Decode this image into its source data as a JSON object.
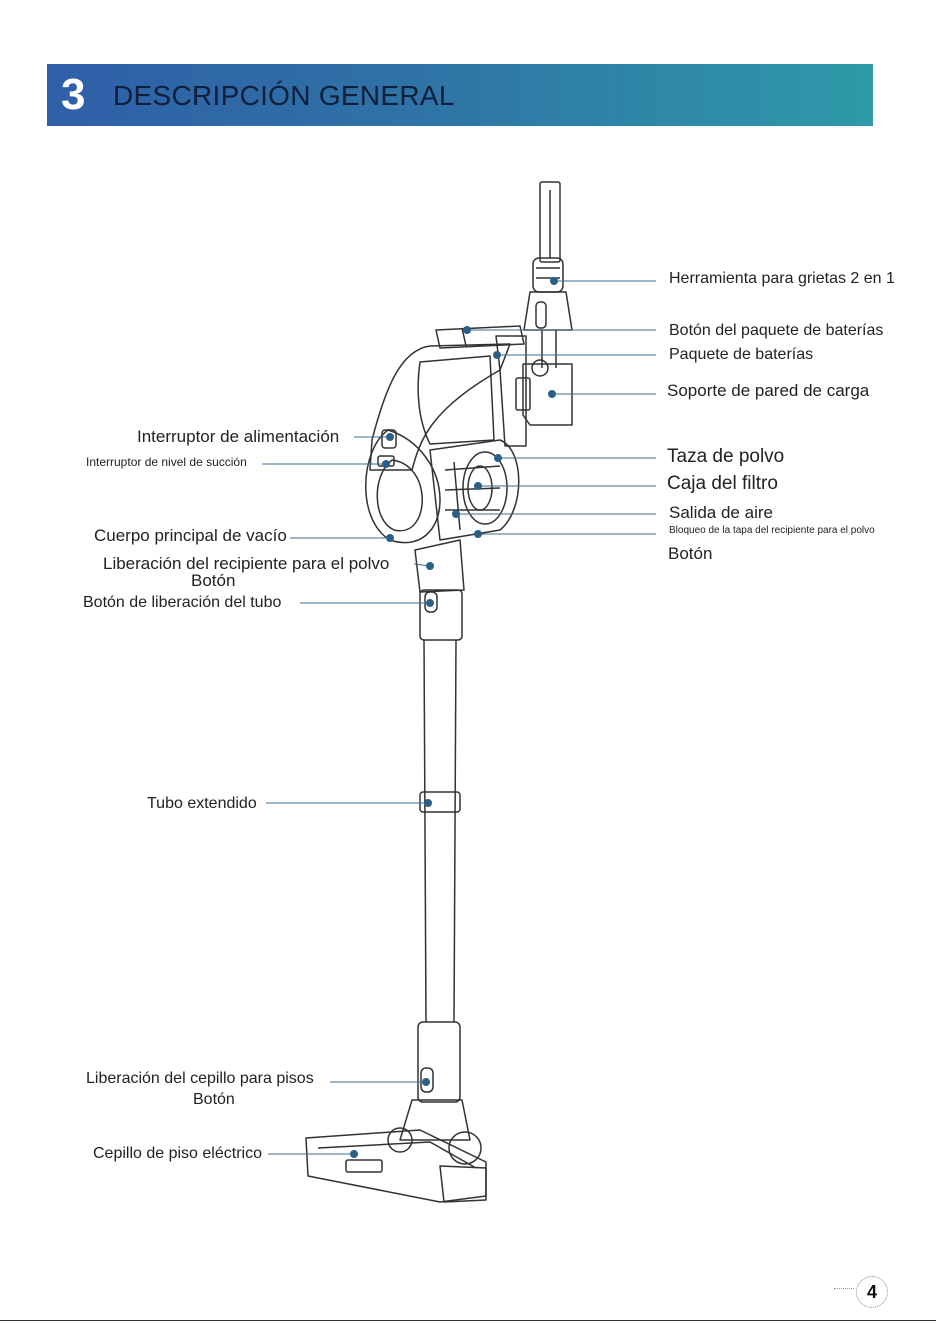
{
  "header": {
    "number": "3",
    "title": "DESCRIPCIÓN GENERAL",
    "color_start": "#2f5fa8",
    "color_end": "#2e9aa8"
  },
  "labels": {
    "crevice_tool": "Herramienta para grietas 2 en 1",
    "battery_button": "Botón del paquete de baterías",
    "battery_pack": "Paquete de baterías",
    "wall_mount": "Soporte de pared de carga",
    "power_switch": "Interruptor de alimentación",
    "suction_switch": "Interruptor de nivel de succión",
    "dust_cup": "Taza de polvo",
    "filter_box": "Caja del filtro",
    "air_outlet": "Salida de aire",
    "lid_lock_line1": "Bloqueo de la tapa del recipiente para el polvo",
    "lid_lock_line2": "Botón",
    "main_body": "Cuerpo principal de vacío",
    "dust_release_line1": "Liberación del recipiente para el polvo",
    "dust_release_line2": "Botón",
    "tube_release": "Botón de liberación del tubo",
    "extension_tube": "Tubo extendido",
    "brush_release_line1": "Liberación del cepillo para pisos",
    "brush_release_line2": "Botón",
    "floor_brush": "Cepillo de piso eléctrico"
  },
  "page_number": "4",
  "colors": {
    "leader_line": "#3d6d8f",
    "dot": "#2b5f86",
    "drawing": "#333333"
  }
}
